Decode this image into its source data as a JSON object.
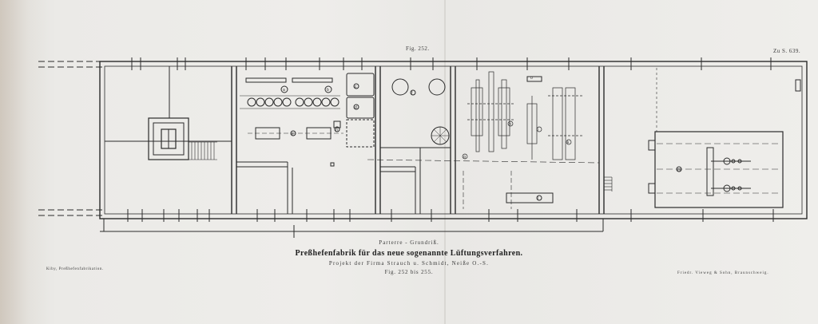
{
  "header": {
    "fig_label": "Fig. 252.",
    "page_ref": "Zu S. 639."
  },
  "caption": {
    "subtitle": "Parterre - Grundriß.",
    "title": "Preßhefenfabrik für das neue sogenannte Lüftungsverfahren.",
    "project": "Projekt der Firma Strauch u. Schmidt, Neiße O.-S.",
    "figures": "Fig. 252 bis 255."
  },
  "credits": {
    "left": "Kiby, Preßhefenfabrikation.",
    "right": "Friedr. Vieweg & Sohn, Braunschweig."
  },
  "plan_labels": [
    "a",
    "b",
    "c",
    "d",
    "e",
    "f",
    "g",
    "h",
    "i",
    "k",
    "l",
    "m",
    "n",
    "o"
  ],
  "colors": {
    "paper": "#eeedea",
    "ink": "#2b2b2b"
  }
}
